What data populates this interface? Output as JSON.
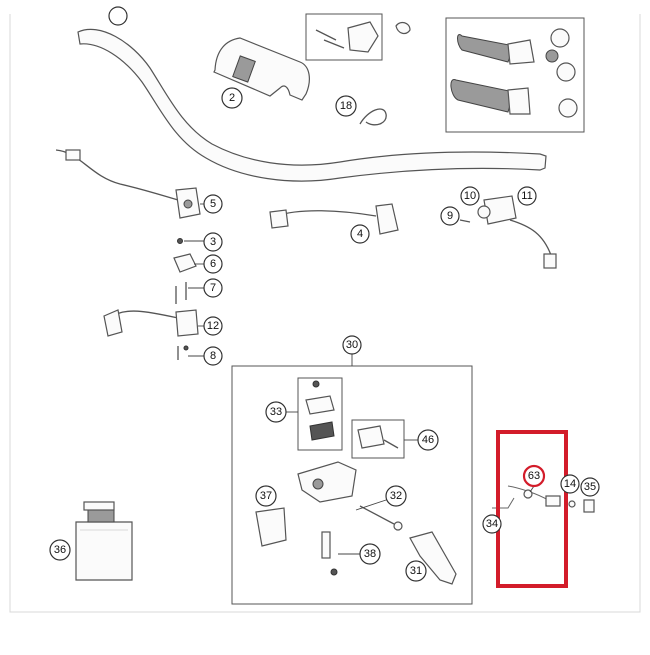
{
  "callouts": {
    "c2": "2",
    "c18": "18",
    "c5": "5",
    "c3": "3",
    "c6": "6",
    "c7": "7",
    "c12": "12",
    "c8": "8",
    "c4": "4",
    "c10": "10",
    "c11": "11",
    "c9": "9",
    "c30": "30",
    "c33": "33",
    "c46": "46",
    "c37": "37",
    "c32": "32",
    "c38": "38",
    "c31": "31",
    "c36": "36",
    "c63": "63",
    "c14": "14",
    "c35": "35",
    "c34": "34"
  },
  "colors": {
    "highlight": "#d31c2a",
    "line": "#555555"
  }
}
